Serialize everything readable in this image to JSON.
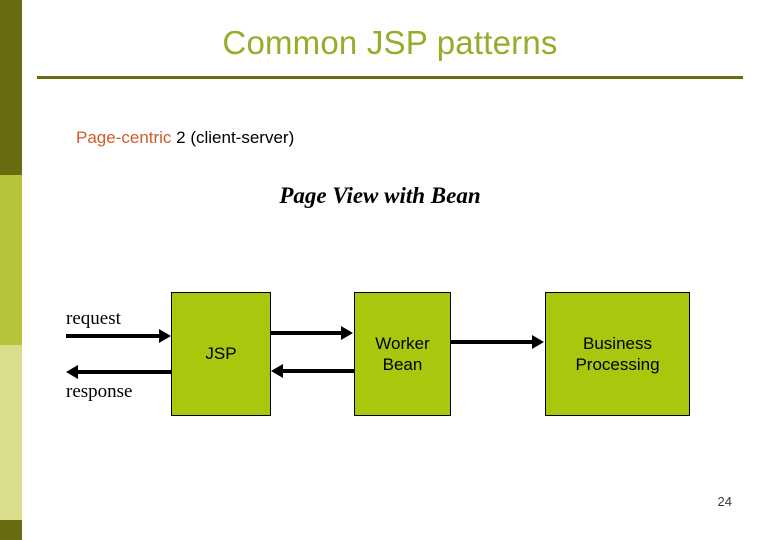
{
  "slide": {
    "title": "Common JSP patterns",
    "slide_number": "24",
    "subheading": {
      "highlight": "Page-centric",
      "rest": " 2 (client-server)"
    },
    "pattern_name": "Page View with Bean"
  },
  "diagram": {
    "boxes": [
      {
        "id": "jsp",
        "label": "JSP"
      },
      {
        "id": "worker",
        "label": "Worker\nBean"
      },
      {
        "id": "business",
        "label": "Business\nProcessing"
      }
    ],
    "labels": [
      {
        "id": "request",
        "text": "request"
      },
      {
        "id": "response",
        "text": "response"
      }
    ],
    "arrows": [
      {
        "id": "request-arrow",
        "direction": "right"
      },
      {
        "id": "response-arrow",
        "direction": "left"
      },
      {
        "id": "jsp-to-worker",
        "direction": "right"
      },
      {
        "id": "worker-to-jsp",
        "direction": "left"
      },
      {
        "id": "worker-to-business",
        "direction": "right"
      }
    ]
  },
  "colors": {
    "title": "#9aaa2a",
    "box_fill": "#a9c70d",
    "highlight": "#d05a2a",
    "bar_dark": "#6b6b12",
    "bar_olive": "#b5c43a",
    "bar_light": "#d9dd8c"
  }
}
